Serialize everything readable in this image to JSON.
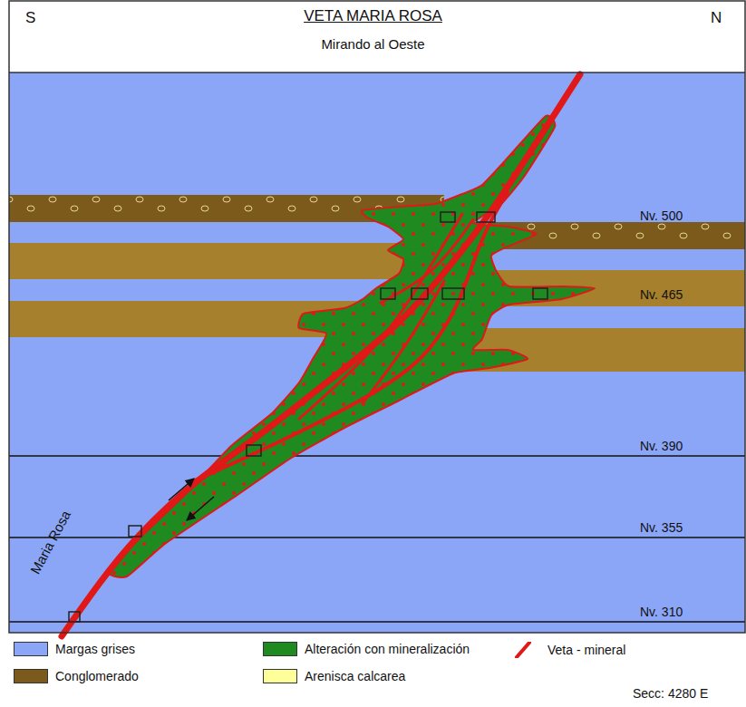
{
  "diagram": {
    "title": "VETA MARIA ROSA",
    "labels": [
      "S",
      "N",
      "Mirando al Oeste",
      "Nv. 500",
      "Nv. 465",
      "Nv. 390",
      "Nv. 355",
      "Nv. 310",
      "Maria Rosa",
      "Secc: 4280 E"
    ],
    "legend": [
      {
        "text": "Margas grises",
        "color": "#8ca6f7"
      },
      {
        "text": "Conglomerado",
        "color": "#7b5a1c"
      },
      {
        "text": "Alteración con mineralización",
        "color": "#1f8a1f"
      },
      {
        "text": "Arenisca calcarea",
        "color": "#ffff99"
      },
      {
        "text": "Veta - mineral"
      }
    ]
  }
}
